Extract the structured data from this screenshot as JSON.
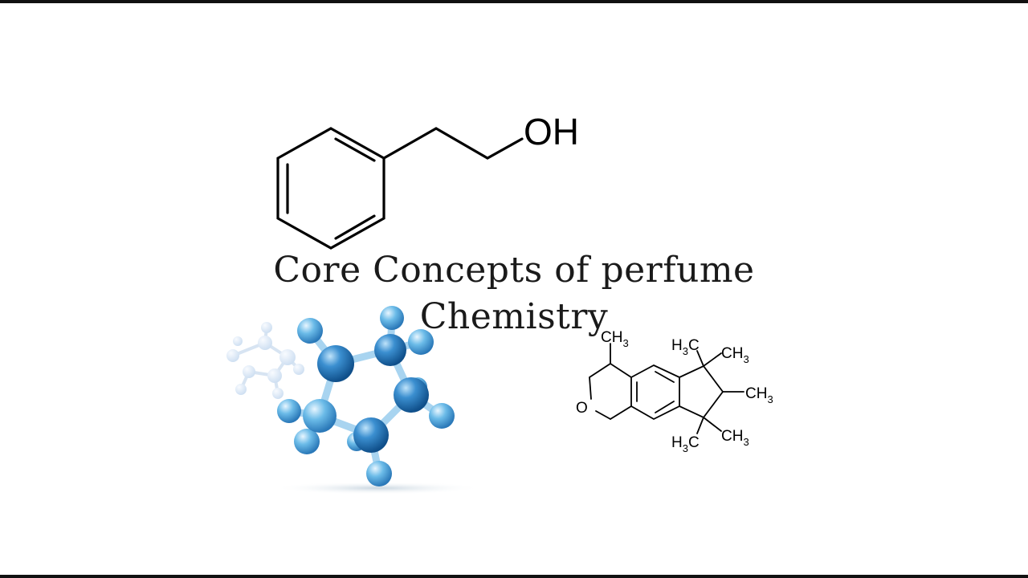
{
  "slide": {
    "title_line1": "Core Concepts of perfume",
    "title_line2": "Chemistry"
  },
  "phenethyl_alcohol": {
    "label": "OH"
  },
  "galaxolide": {
    "label_ch3_top": "CH",
    "label_h3c_upper": "H",
    "label_ch3_upper": "CH",
    "label_ch3_mid": "CH",
    "label_h3c_lower": "H",
    "label_ch3_lower": "CH",
    "label_oxygen": "O",
    "subscript": "3",
    "carbon": "C"
  },
  "colors": {
    "ink": "#000000",
    "title": "#1a1a1a",
    "atom_blue": "#4aa3dc",
    "atom_dark": "#1f6fae"
  }
}
